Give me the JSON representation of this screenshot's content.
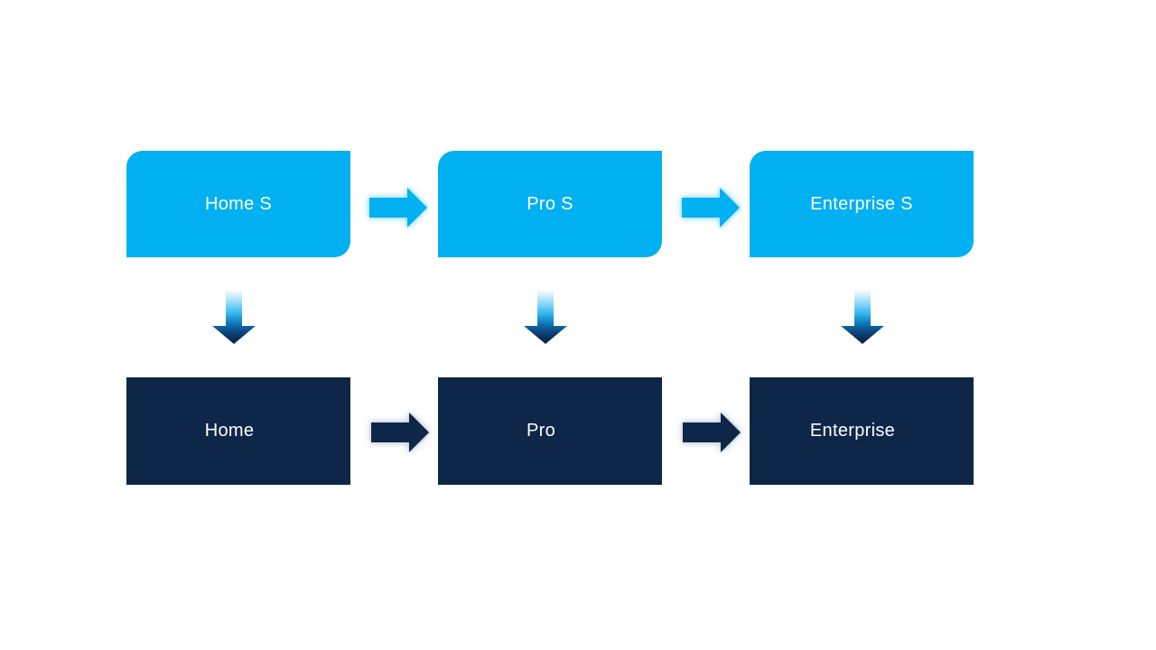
{
  "diagram": {
    "title_hint": "edition upgrade flow",
    "columns": [
      {
        "top": "Home S",
        "bottom": "Home"
      },
      {
        "top": "Pro S",
        "bottom": "Pro"
      },
      {
        "top": "Enterprise S",
        "bottom": "Enterprise"
      }
    ],
    "colors": {
      "light_blue": "#00B0F0",
      "dark_navy": "#0E2749",
      "label_text": "#FFFFFF",
      "light_glow": "#8FDBF9",
      "dark_glow": "#BCC5D8",
      "down_arrow_gradient_top": "#FDFEFF",
      "down_arrow_gradient_bottom": "#0A1F3E"
    },
    "icons": {
      "right_arrow": "block-arrow-right",
      "down_arrow": "block-arrow-down-gradient"
    }
  }
}
